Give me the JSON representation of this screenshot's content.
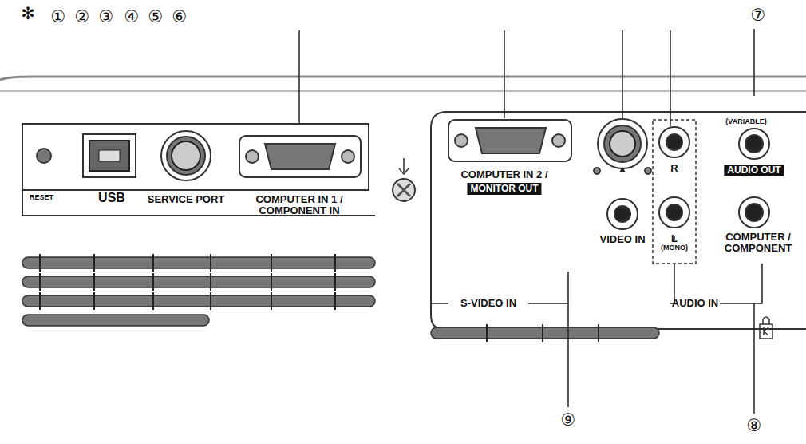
{
  "diagram": {
    "labels": [
      "✻",
      "①",
      "②",
      "③",
      "④",
      "⑤",
      "⑥",
      "⑦",
      "RESET",
      "USB",
      "SERVICE PORT",
      "COMPUTER IN 1 / COMPONENT IN",
      "COMPUTER IN 2 /",
      "MONITOR OUT",
      "R",
      "L",
      "(MONO)",
      "VIDEO IN",
      "S-VIDEO IN",
      "AUDIO IN",
      "(VARIABLE)",
      "AUDIO OUT",
      "COMPUTER / COMPONENT",
      "⑨",
      "⑧"
    ]
  }
}
